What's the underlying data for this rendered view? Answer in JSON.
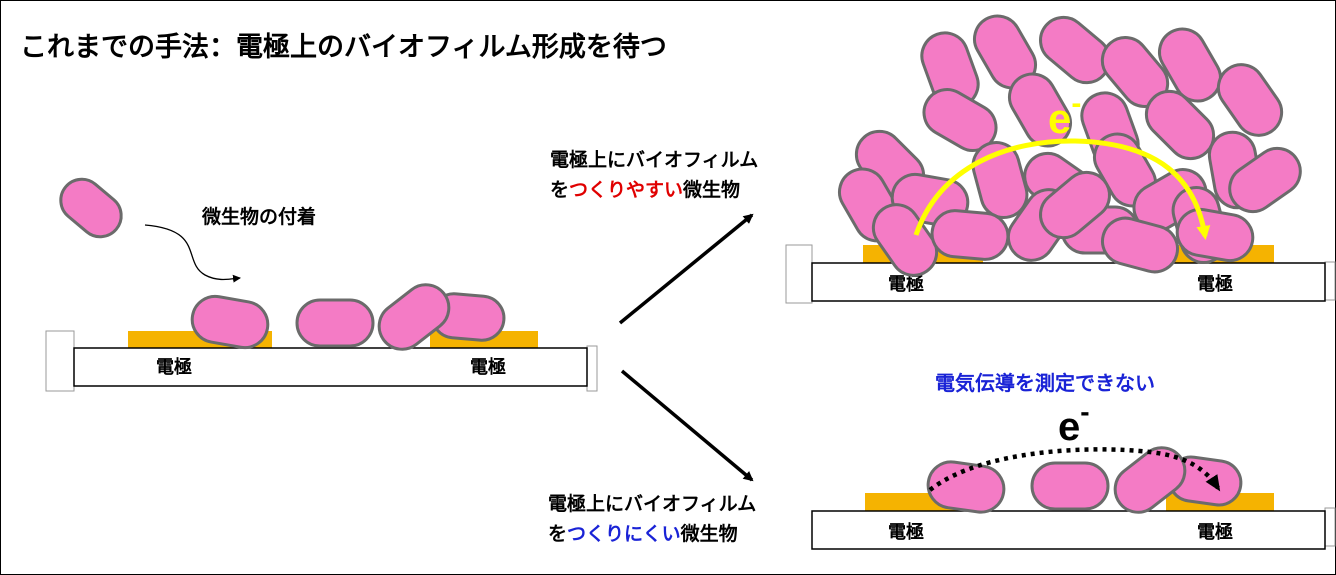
{
  "title": "これまでの手法：電極上のバイオフィルム形成を待つ",
  "attachment_label": "微生物の付着",
  "electrode_label": "電極",
  "electron_symbol": "e",
  "electron_superscript": "-",
  "upper_branch": {
    "line1": "電極上にバイオフィルム",
    "line2_prefix": "を",
    "line2_highlight": "つくりやすい",
    "line2_suffix": "微生物",
    "highlight_color": "#e00000"
  },
  "lower_branch": {
    "line1": "電極上にバイオフィルム",
    "line2_prefix": "を",
    "line2_highlight": "つくりにくい",
    "line2_suffix": "微生物",
    "highlight_color": "#1a23d6"
  },
  "no_conduction_label": "電気伝導を測定できない",
  "colors": {
    "cell_fill": "#f47bc5",
    "cell_stroke": "#6b6b6b",
    "electrode_gold": "#f5b301",
    "conduction_path": "#ffff00",
    "blue_note": "#1a23d6"
  }
}
